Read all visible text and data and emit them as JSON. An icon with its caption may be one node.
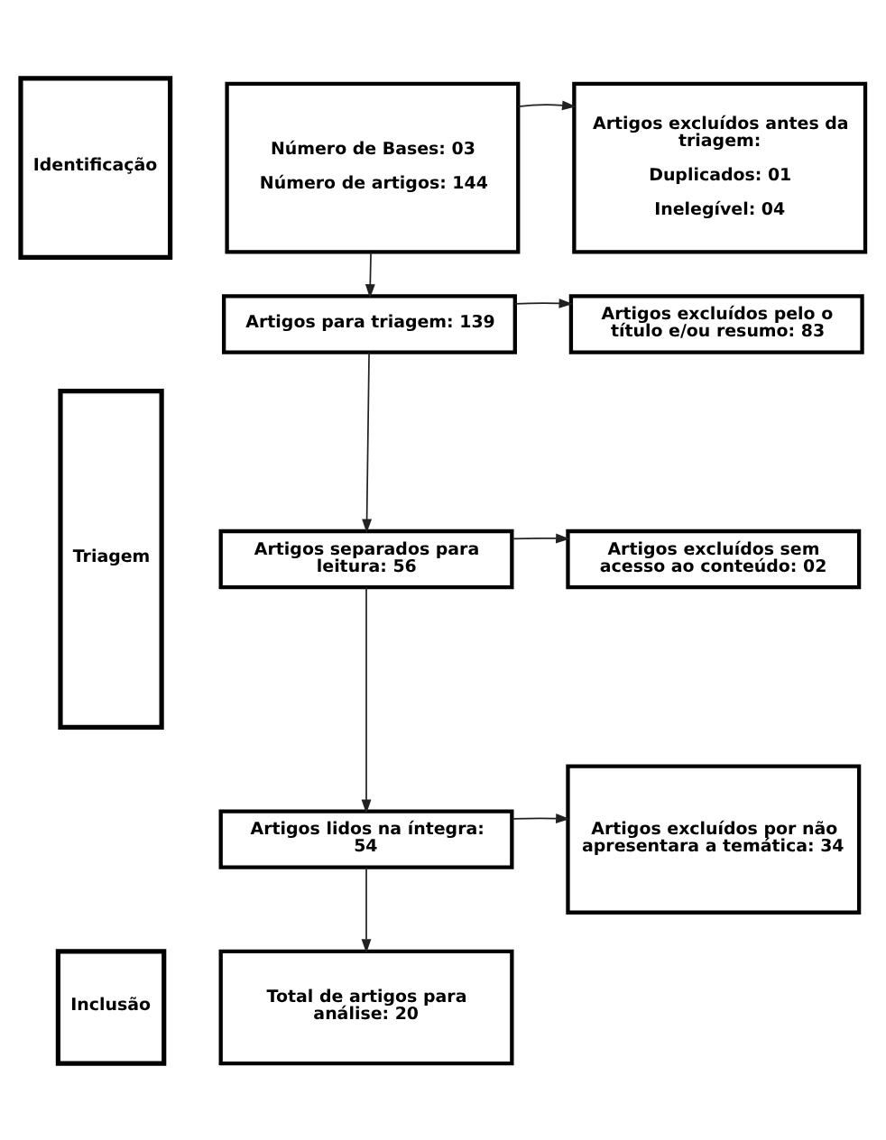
{
  "diagram": {
    "nodes": [
      {
        "text": [
          "Identificação"
        ]
      },
      {
        "text": [
          "Número de Bases: 03",
          "Número de artigos: 144"
        ]
      },
      {
        "text": [
          "Artigos excluídos antes da triagem:",
          "Duplicados: 01",
          "Inelegível: 04"
        ]
      },
      {
        "text": [
          "Triagem"
        ]
      },
      {
        "text": [
          "Artigos para triagem: 139"
        ]
      },
      {
        "text": [
          "Artigos excluídos pelo o título e/ou resumo: 83"
        ]
      },
      {
        "text": [
          "Artigos separados para leitura: 56"
        ]
      },
      {
        "text": [
          "Artigos excluídos sem acesso ao conteúdo: 02"
        ]
      },
      {
        "text": [
          "Artigos lidos na íntegra: 54"
        ]
      },
      {
        "text": [
          "Artigos excluídos por não apresentara a temática: 34"
        ]
      },
      {
        "text": [
          "Inclusão"
        ]
      },
      {
        "text": [
          "Total de artigos para análise: 20"
        ]
      }
    ],
    "edges": [
      {
        "from": 1,
        "to": 2,
        "arrow": "to"
      },
      {
        "from": 1,
        "to": 4,
        "arrow": "to"
      },
      {
        "from": 4,
        "to": 5,
        "arrow": "to"
      },
      {
        "from": 4,
        "to": 6,
        "arrow": "to"
      },
      {
        "from": 6,
        "to": 7,
        "arrow": "to"
      },
      {
        "from": 6,
        "to": 8,
        "arrow": "to"
      },
      {
        "from": 8,
        "to": 9,
        "arrow": "to"
      },
      {
        "from": 8,
        "to": 11,
        "arrow": "to"
      }
    ]
  }
}
